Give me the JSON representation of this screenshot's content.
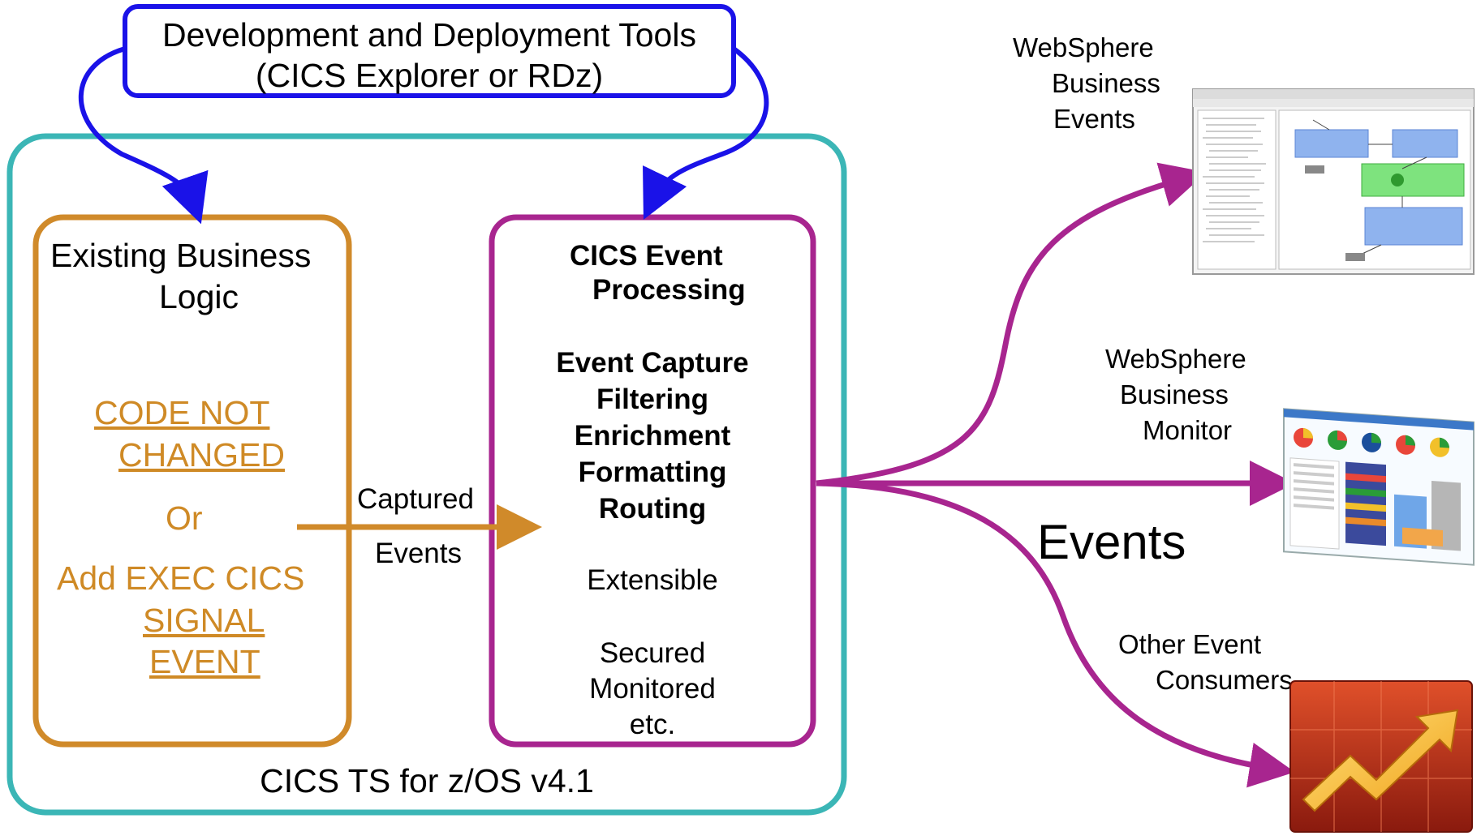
{
  "colors": {
    "tools_border": "#1a12e8",
    "cics_ts_border": "#3bb6b6",
    "business_border": "#d08a2a",
    "event_border": "#a8258f",
    "orange_text": "#cf8a26"
  },
  "tools": {
    "line1": "Development and Deployment Tools",
    "line2": "(CICS Explorer or RDz)"
  },
  "business": {
    "title1": "Existing Business",
    "title2": "Logic",
    "code1": "CODE NOT",
    "code2": "CHANGED",
    "or": "Or",
    "add1": "Add EXEC CICS",
    "add2": "SIGNAL",
    "add3": "EVENT"
  },
  "captured": {
    "line1": "Captured",
    "line2": "Events"
  },
  "event_processing": {
    "title1": "CICS Event",
    "title2": "Processing",
    "steps": [
      "Event Capture",
      "Filtering",
      "Enrichment",
      "Formatting",
      "Routing"
    ],
    "extensible": "Extensible",
    "secured": "Secured",
    "monitored": "Monitored",
    "etc": "etc."
  },
  "cics_ts_label": "CICS TS for z/OS v4.1",
  "events_label": "Events",
  "consumers": {
    "wbe": [
      "WebSphere",
      "Business",
      "Events"
    ],
    "wbm": [
      "WebSphere",
      "Business",
      "Monitor"
    ],
    "other": [
      "Other Event",
      "Consumers"
    ]
  },
  "icons": [
    "workflow-screenshot-icon",
    "dashboard-screenshot-icon",
    "growth-chart-icon"
  ]
}
